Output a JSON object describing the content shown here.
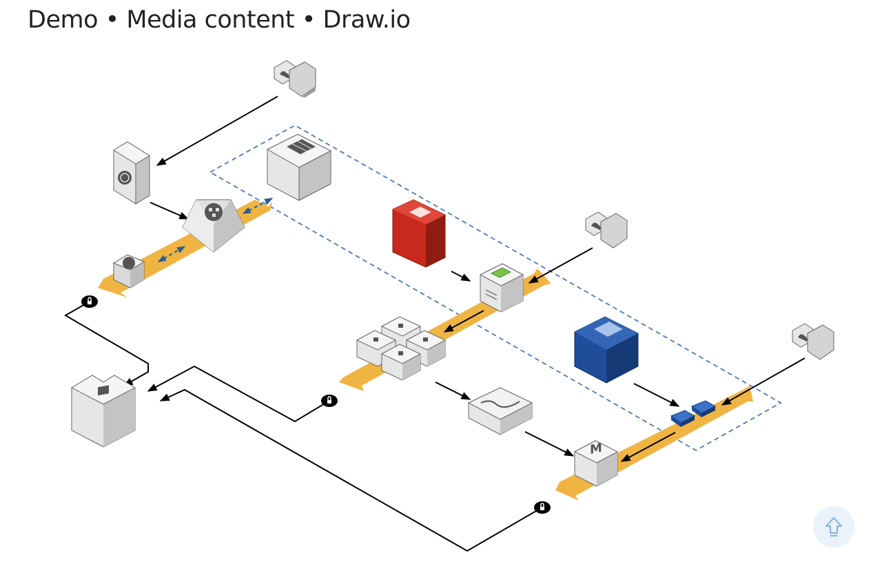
{
  "page": {
    "title": "Demo • Media content • Draw.io"
  },
  "diagram": {
    "style": "isometric cloud architecture diagram",
    "colors": {
      "band": "#f0b443",
      "connector": "#000000",
      "group_border": "#4a7ab5",
      "cube_top": "#f2f2f2",
      "cube_left": "#e3e3e3",
      "cube_right": "#c4c4c4",
      "red_node": "#c9291c",
      "blue_node": "#1f4d9a",
      "green_tag": "#7cc24a"
    },
    "icons": [
      "user-client-icon-top",
      "user-client-icon-middle",
      "user-client-icon-right",
      "dns-server-icon",
      "load-balancer-icon",
      "cache-node-icon",
      "storage-tower-icon",
      "red-database-icon",
      "green-app-server-icon",
      "server-cluster-icon",
      "blue-database-icon",
      "blue-chip-icon",
      "workflow-box-icon",
      "media-converter-icon",
      "content-store-icon",
      "lock-icon"
    ]
  },
  "scroll_top": {
    "icon": "arrow-up-icon",
    "color": "#7fb3e0"
  }
}
